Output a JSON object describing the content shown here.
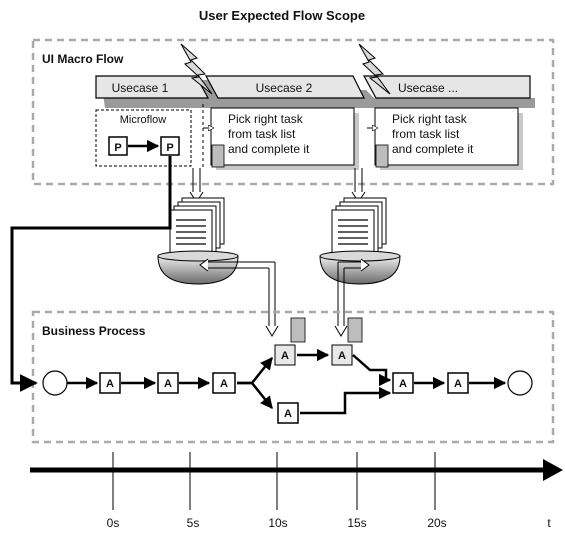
{
  "title": "User Expected Flow Scope",
  "ui_macro_flow": {
    "label": "UI Macro Flow",
    "usecases": [
      "Usecase 1",
      "Usecase 2",
      "Usecase ..."
    ],
    "microflow": {
      "label": "Microflow",
      "nodes": [
        "P",
        "P"
      ]
    },
    "task_notes": [
      {
        "lines": [
          "Pick right task",
          "from task list",
          "and complete it"
        ]
      },
      {
        "lines": [
          "Pick right task",
          "from task list",
          "and complete it"
        ]
      }
    ]
  },
  "business_process": {
    "label": "Business Process",
    "activities": [
      "A",
      "A",
      "A",
      "A",
      "A",
      "A",
      "A",
      "A"
    ]
  },
  "timeline": {
    "ticks": [
      "0s",
      "5s",
      "10s",
      "15s",
      "20s"
    ],
    "axis_label": "t"
  },
  "colors": {
    "dashed_border": "#aaaaaa",
    "usecase_fill": "#e6e6e6",
    "note_shadow": "#c8c8c8",
    "task_card": "#bdbdbd",
    "line": "#000000"
  }
}
